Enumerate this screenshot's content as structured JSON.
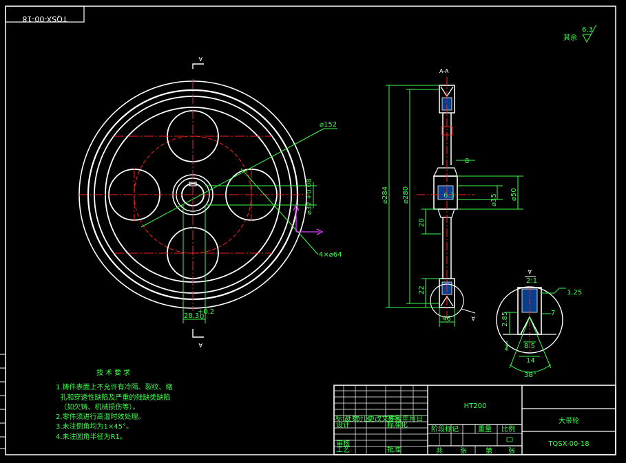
{
  "drawing": {
    "code_mirrored": "TQSX-00-18",
    "surface_rest": "其余",
    "surface_rest_value": "6.3",
    "tech_title": "技术要求",
    "tech_notes": [
      "1.铸件表面上不允许有冷隔、裂纹、缩",
      "  孔和穿透性缺陷及严重的残缺类缺陷",
      "  （如欠铸、机械损伤等）。",
      "2.零件须进行高温时效处理。",
      "3.未注倒角均为1×45°。",
      "4.未注圆角半径为R1。"
    ],
    "section_mark": "A",
    "section_label": "A-A",
    "detail_mark": "A",
    "detail_scale": "2:1"
  },
  "dimensions": {
    "front_d152": "⌀152",
    "front_holes": "4×⌀64",
    "front_keyway_w": "28.3",
    "front_keyway_tol": "+0.2\n0",
    "front_bore": "⌀32 +0.08",
    "side_d284": "⌀284",
    "side_d280": "⌀280",
    "side_8": "8",
    "side_63": "6.3",
    "side_bore": "⌀35",
    "side_d50": "⌀50",
    "side_20": "20",
    "side_22": "22",
    "side_46": "46",
    "detail_125": "1.25",
    "detail_7": "7",
    "detail_285": "2.85",
    "detail_85": "8.5",
    "detail_14": "14",
    "detail_2": "2",
    "detail_angle": "38°"
  },
  "title_block": {
    "material": "HT200",
    "part_name": "大带轮",
    "drawing_no": "TQSX-00-18",
    "row_labels_left": [
      "标记",
      "处数",
      "分区",
      "更改文件号",
      "签名",
      "年月日"
    ],
    "row_labels_sign": [
      "设计",
      "",
      "标准化"
    ],
    "row_labels_bottom": [
      "审核",
      "",
      "工艺",
      "",
      "批准"
    ],
    "stage_labels": [
      "阶段标记",
      "重量",
      "比例"
    ],
    "sheet_labels": [
      "共",
      "张",
      "第",
      "张"
    ]
  }
}
